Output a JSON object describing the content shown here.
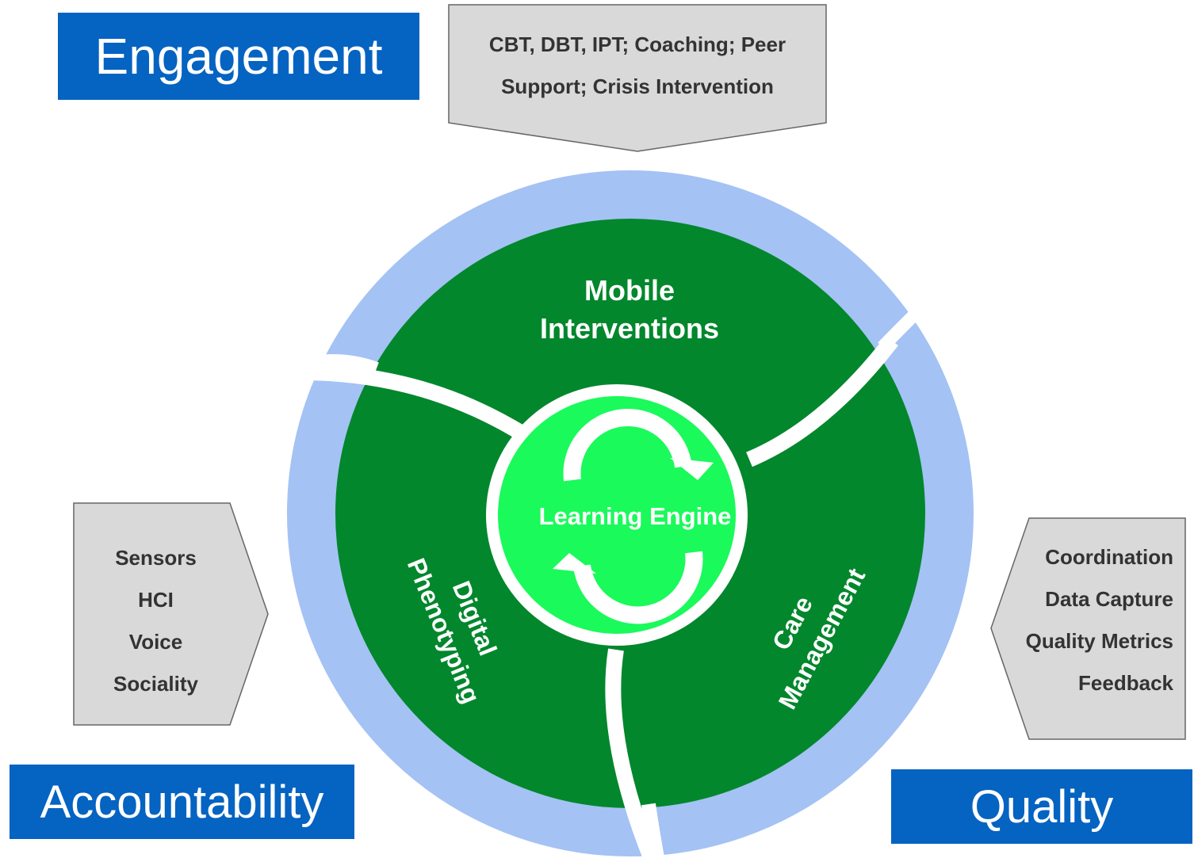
{
  "corner_labels": {
    "engagement": "Engagement",
    "accountability": "Accountability",
    "quality": "Quality"
  },
  "callouts": {
    "top": [
      "CBT, DBT, IPT; Coaching; Peer",
      "Support; Crisis Intervention"
    ],
    "left": [
      "Sensors",
      "HCI",
      "Voice",
      "Sociality"
    ],
    "right": [
      "Coordination",
      "Data Capture",
      "Quality Metrics",
      "Feedback"
    ]
  },
  "segments": {
    "mobile_interventions": [
      "Mobile",
      "Interventions"
    ],
    "digital_phenotyping": [
      "Digital",
      "Phenotyping"
    ],
    "care_management": [
      "Care",
      "Management"
    ]
  },
  "center": {
    "label": "Learning Engine",
    "icon": "refresh-cycle-icon"
  },
  "colors": {
    "corner_box": "#0563c1",
    "callout_fill": "#d9d9d9",
    "outer_ring": "#a4c2f4",
    "segment_green": "#02872c",
    "center_green": "#1afa5b",
    "divider": "#ffffff"
  }
}
